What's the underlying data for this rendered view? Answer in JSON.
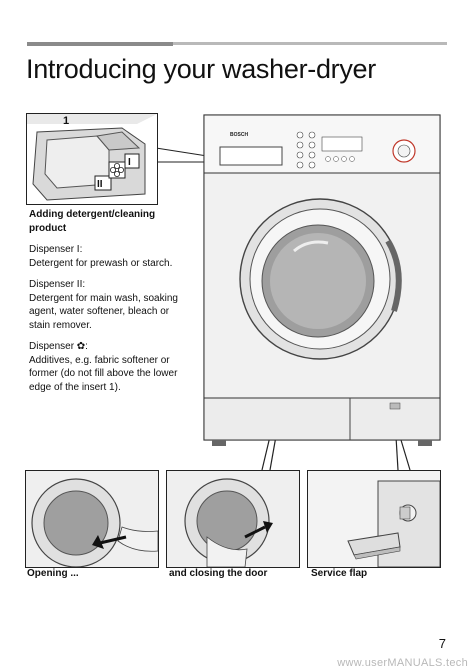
{
  "page": {
    "title": "Introducing your washer-dryer",
    "page_number": "7",
    "watermark": "www.userMANUALS.tech"
  },
  "dispenser_figure": {
    "marker_1": "1",
    "marker_I": "I",
    "marker_II": "II"
  },
  "machine_figure": {
    "brand": "BOSCH"
  },
  "caption": {
    "heading": "Adding detergent/cleaning product",
    "dispenser_I_label": "Dispenser I:",
    "dispenser_I_text": "Detergent for prewash or starch.",
    "dispenser_II_label": "Dispenser II:",
    "dispenser_II_text": "Detergent for main wash, soaking agent, water softener, bleach or stain remover.",
    "dispenser_flower_label": "Dispenser ✿:",
    "dispenser_flower_text": "Additives, e.g. fabric softener or former (do not fill above the lower edge of the insert 1)."
  },
  "thumbnails": [
    {
      "label": "Opening ..."
    },
    {
      "label": "and closing the door"
    },
    {
      "label": "Service flap"
    }
  ],
  "icons": [
    "flower-icon",
    "arrow-left-icon",
    "arrow-right-icon"
  ]
}
